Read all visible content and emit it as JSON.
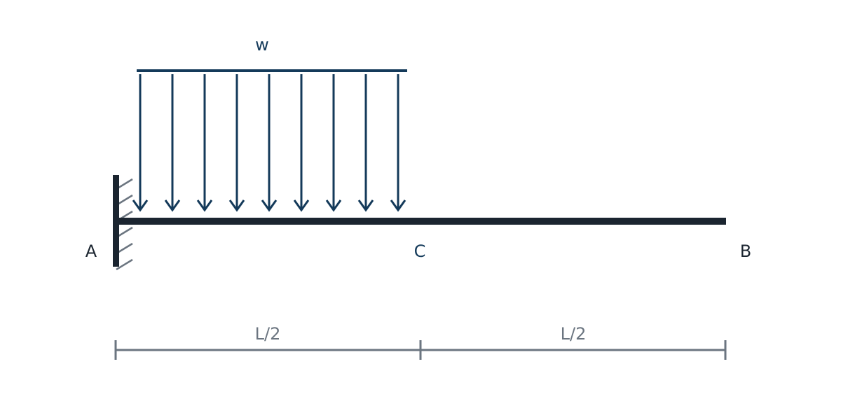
{
  "labels": {
    "load": "w",
    "point_a": "A",
    "point_c": "C",
    "point_b": "B",
    "dim_left": "L/2",
    "dim_right": "L/2"
  },
  "load": {
    "type": "uniformly distributed",
    "arrow_count": 9,
    "extent": "A to C"
  },
  "support": {
    "type": "fixed",
    "location": "A"
  },
  "colors": {
    "beam": "#1b2530",
    "load": "#143a5a",
    "support_hatch": "#6b7580",
    "dimension": "#6b7580",
    "label_dark": "#1b2530",
    "label_c": "#143a5a"
  }
}
